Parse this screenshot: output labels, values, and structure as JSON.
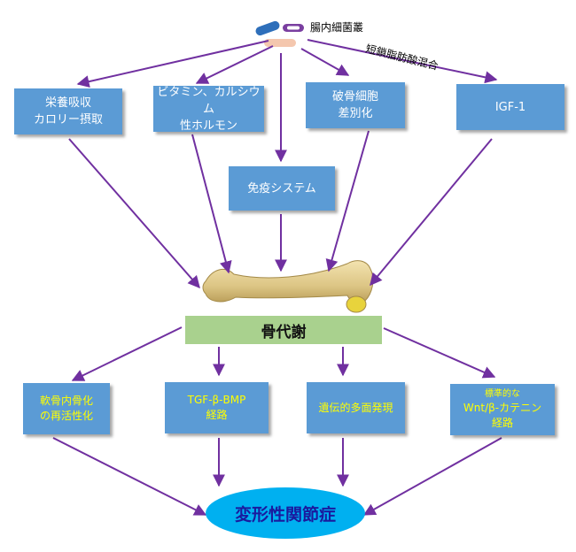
{
  "top": {
    "microbiota_label": "腸内細菌叢",
    "scfa_label": "短鎖脂肪酸混合"
  },
  "factors": {
    "nutrition": [
      "栄養吸収",
      "カロリー摂取"
    ],
    "vitamin": [
      "ビタミン、カルシウム",
      "性ホルモン"
    ],
    "osteoclast": [
      "破骨細胞",
      "差別化"
    ],
    "igf": [
      "IGF-1"
    ],
    "immune": [
      "免疫システム"
    ]
  },
  "center": {
    "bone_metabolism": "骨代謝"
  },
  "pathways": {
    "cartilage": [
      "軟骨内骨化",
      "の再活性化"
    ],
    "tgf": [
      "TGF-β-BMP",
      "経路"
    ],
    "genetic": [
      "遺伝的多面発現"
    ],
    "wnt": [
      "標準的な",
      "Wnt/β-カテニン",
      "経路"
    ]
  },
  "outcome": {
    "osteoarthritis": "変形性関節症"
  },
  "colors": {
    "box_blue": "#5b9bd5",
    "arrow_purple": "#7030a0",
    "pathway_text": "#ffff00",
    "metabolism_green": "#a9d18e",
    "outcome_ellipse": "#00b0f0",
    "bone": "#e8d49a"
  },
  "icons": [
    "bacteria-icon",
    "bone-icon"
  ]
}
